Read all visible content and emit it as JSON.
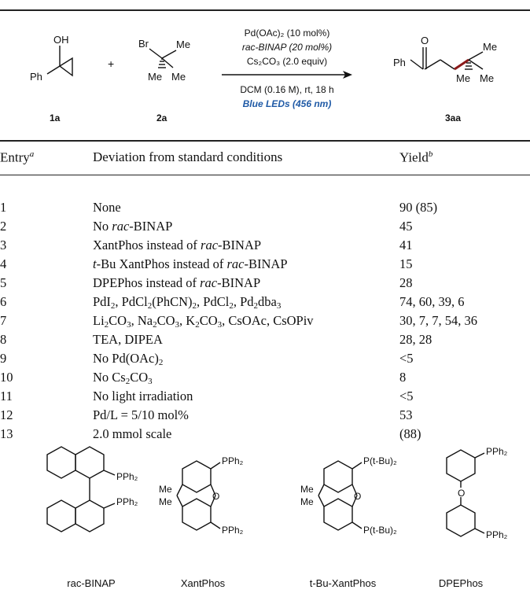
{
  "scheme": {
    "reactant1_label": "1a",
    "reactant2_label": "2a",
    "product_label": "3aa",
    "plus": "+",
    "r1_oh": "OH",
    "r1_ph": "Ph",
    "r2_br": "Br",
    "r2_me_top": "Me",
    "r2_me_bl": "Me",
    "r2_me_br": "Me",
    "p_o": "O",
    "p_ph": "Ph",
    "p_me_top": "Me",
    "p_me_bl": "Me",
    "p_me_br": "Me",
    "cond1": "Pd(OAc)₂ (10 mol%)",
    "cond2": "rac-BINAP (20 mol%)",
    "cond3": "Cs₂CO₃ (2.0 equiv)",
    "cond4": "DCM (0.16 M), rt, 18 h",
    "cond5": "Blue LEDs (456 nm)",
    "accent_color": "#1f5aa6",
    "highlight_bond_color": "#8b1a1a"
  },
  "table": {
    "header_entry": "Entry",
    "header_entry_note": "a",
    "header_deviation": "Deviation from standard conditions",
    "header_yield": "Yield",
    "header_yield_note": "b"
  },
  "ligands": {
    "binap": "rac-BINAP",
    "xantphos": "XantPhos",
    "tbu_xantphos": "t-Bu-XantPhos",
    "dpephos": "DPEPhos",
    "pph2": "PPh₂",
    "ptbu2": "P(t-Bu)₂",
    "me": "Me",
    "o": "O"
  }
}
